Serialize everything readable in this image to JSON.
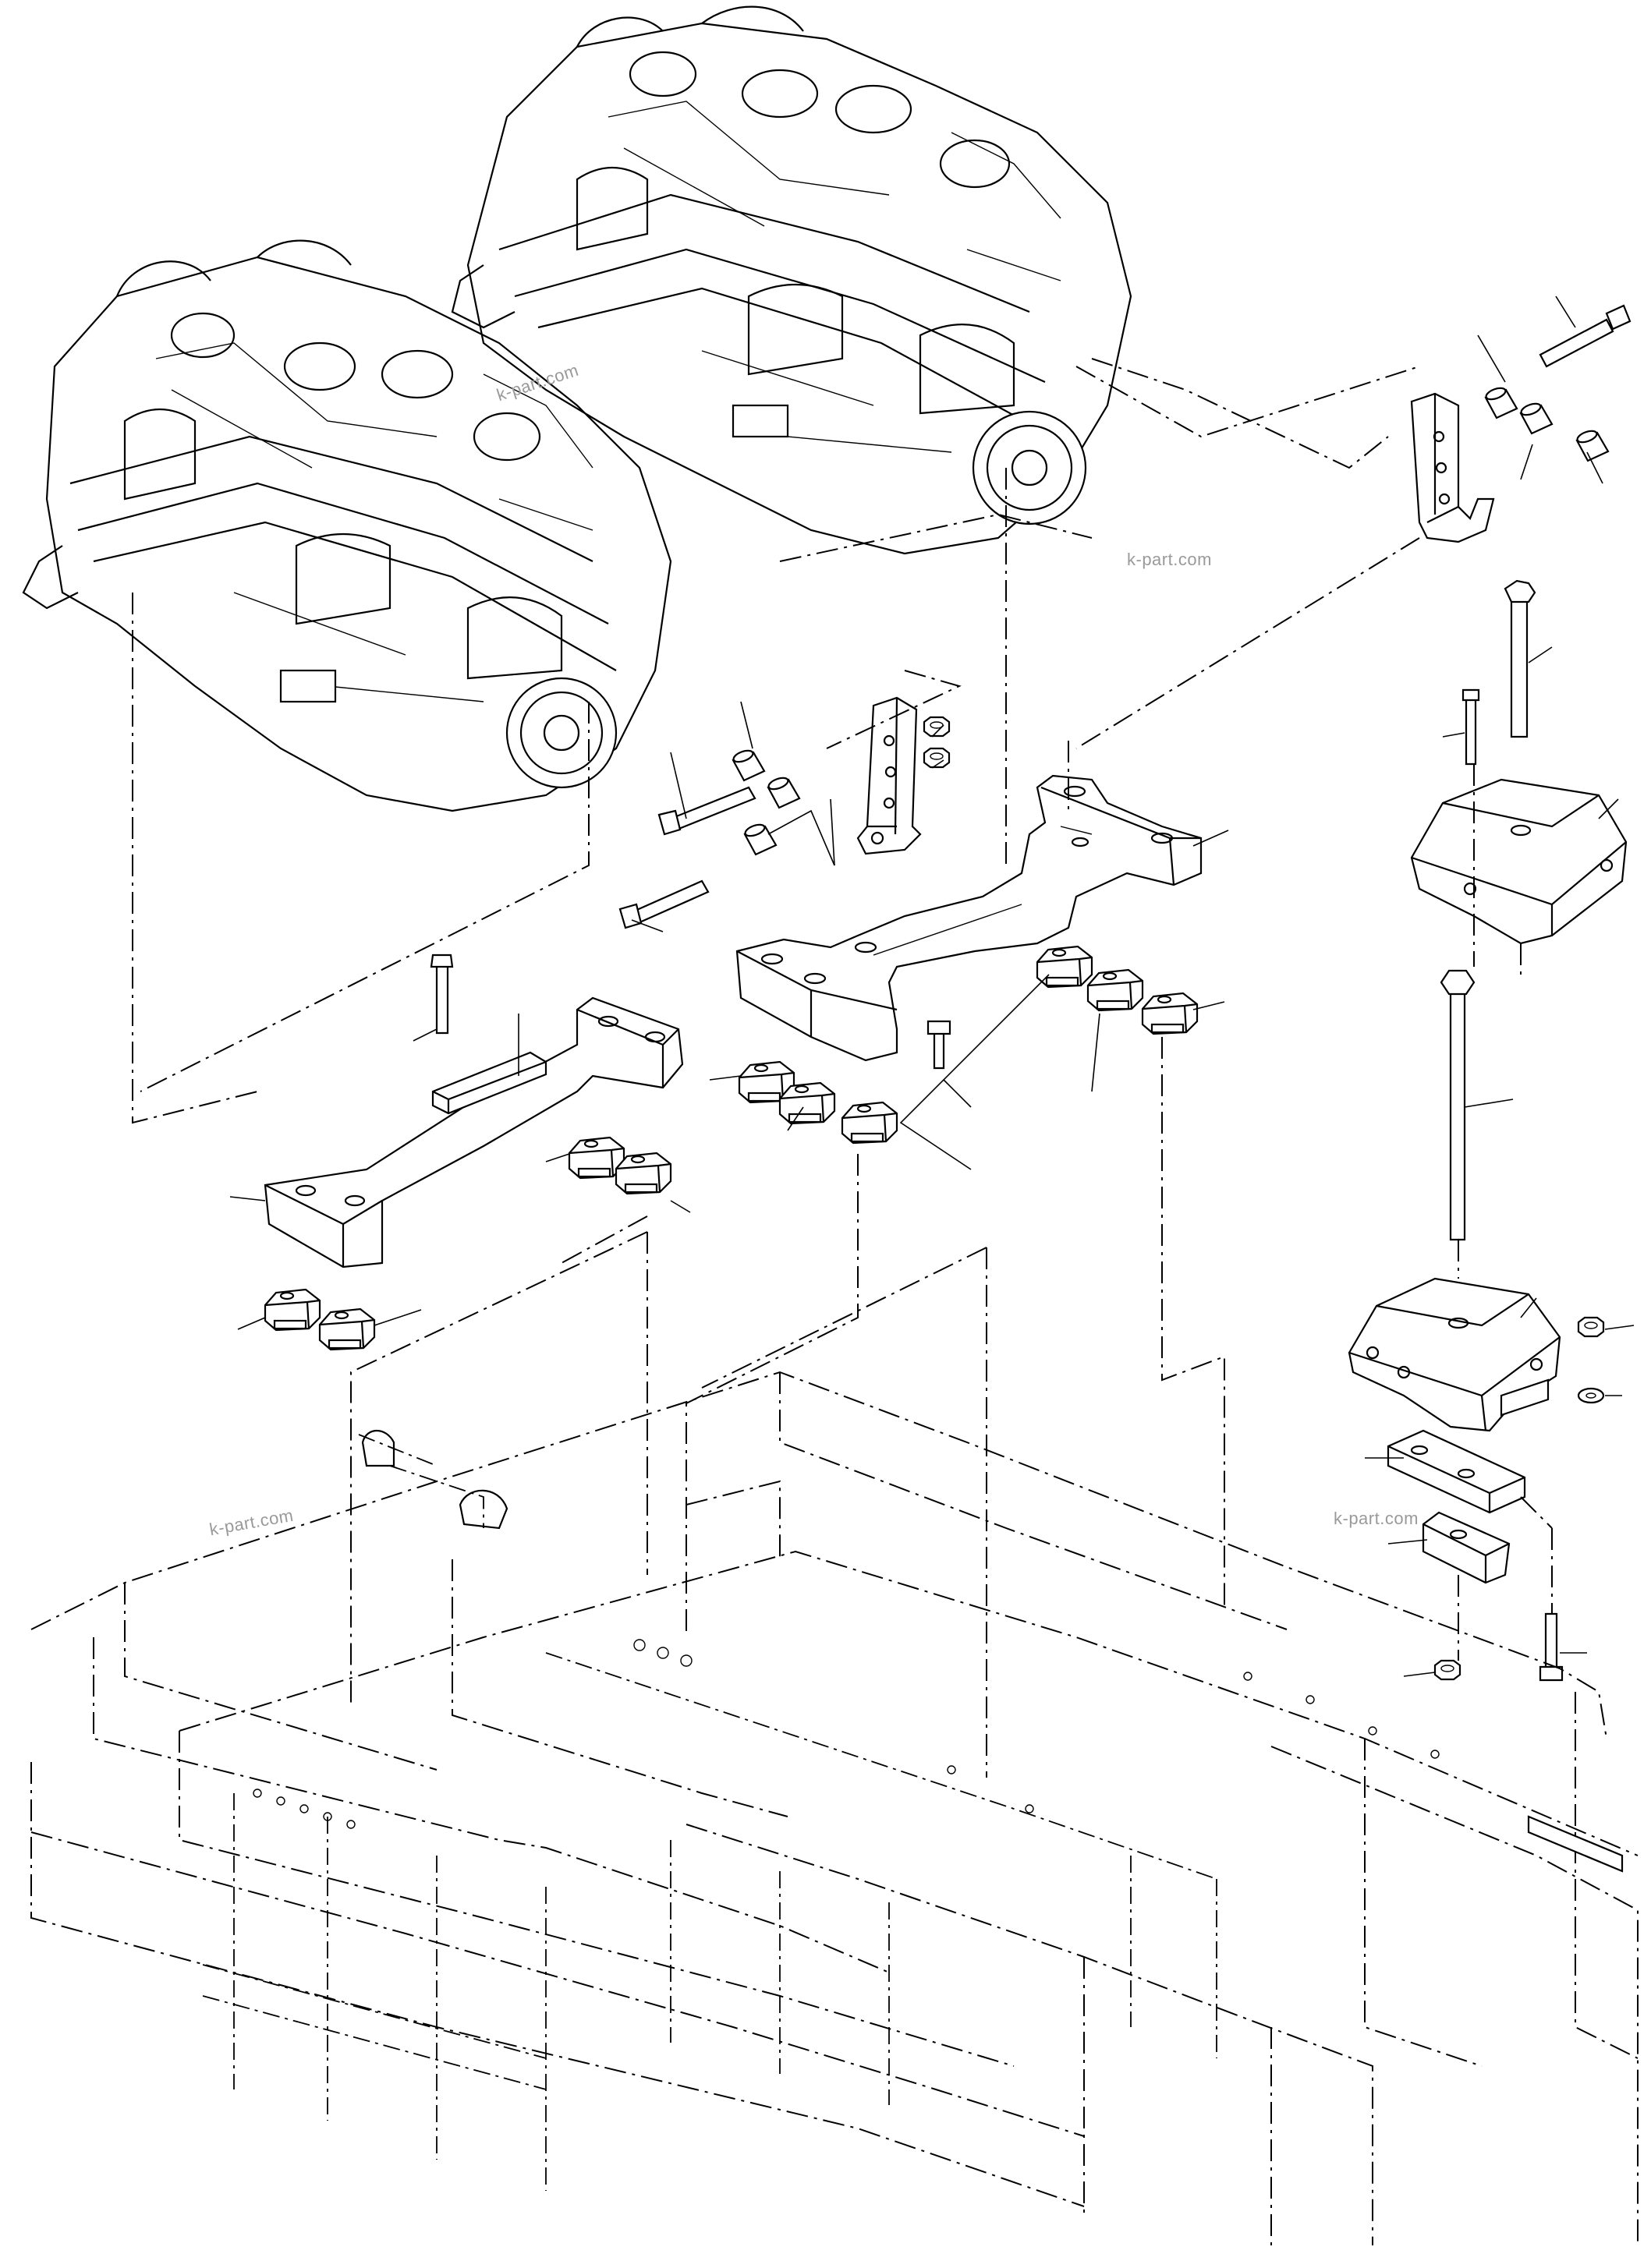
{
  "diagram": {
    "type": "exploded-parts-diagram",
    "subject": "engine mounting to frame",
    "watermarks": [
      "k-part.com",
      "k-part.com",
      "k-part.com",
      "k-part.com"
    ]
  },
  "parts": [
    {
      "name": "engine-left"
    },
    {
      "name": "engine-right"
    },
    {
      "name": "support-bracket-upper-right"
    },
    {
      "name": "support-bracket-center"
    },
    {
      "name": "engine-bearer-left"
    },
    {
      "name": "engine-bearer-right"
    },
    {
      "name": "rubber-mount-large-upper"
    },
    {
      "name": "rubber-mount-large-lower"
    },
    {
      "name": "long-bolt"
    },
    {
      "name": "mount-plate"
    },
    {
      "name": "spacer-block"
    },
    {
      "name": "main-frame"
    }
  ]
}
